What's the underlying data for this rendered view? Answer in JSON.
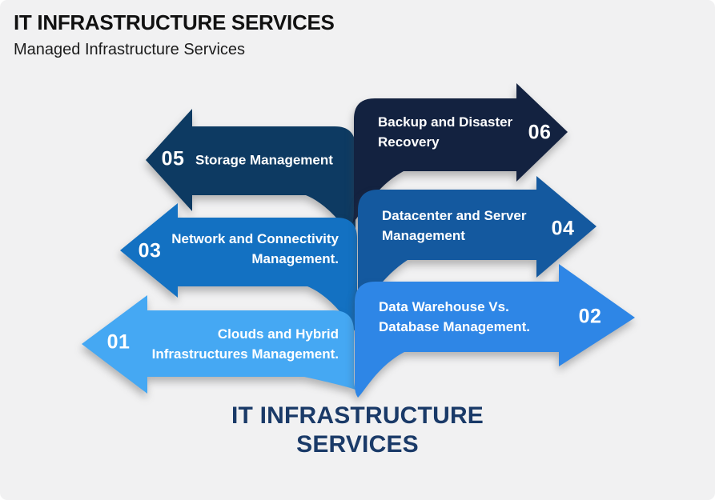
{
  "slide": {
    "background_color": "#f1f1f2",
    "header": {
      "title": "IT INFRASTRUCTURE SERVICES",
      "subtitle": "Managed Infrastructure Services"
    },
    "footer": {
      "line1": "IT INFRASTRUCTURE",
      "line2": "SERVICES",
      "color": "#1a3a68"
    },
    "arrows": [
      {
        "number": "01",
        "direction": "left",
        "color": "#45a8f3",
        "lines": [
          "Clouds and Hybrid",
          "Infrastructures Management."
        ]
      },
      {
        "number": "02",
        "direction": "right",
        "color": "#2e86e6",
        "lines": [
          "Data Warehouse Vs.",
          "Database Management."
        ]
      },
      {
        "number": "03",
        "direction": "left",
        "color": "#1371c2",
        "lines": [
          "Network and Connectivity",
          "Management."
        ]
      },
      {
        "number": "04",
        "direction": "right",
        "color": "#14599f",
        "lines": [
          "Datacenter and Server",
          "Management"
        ]
      },
      {
        "number": "05",
        "direction": "left",
        "color": "#0d3a62",
        "lines": [
          "Storage Management"
        ]
      },
      {
        "number": "06",
        "direction": "right",
        "color": "#132240",
        "lines": [
          "Backup and Disaster",
          "Recovery"
        ]
      }
    ]
  }
}
